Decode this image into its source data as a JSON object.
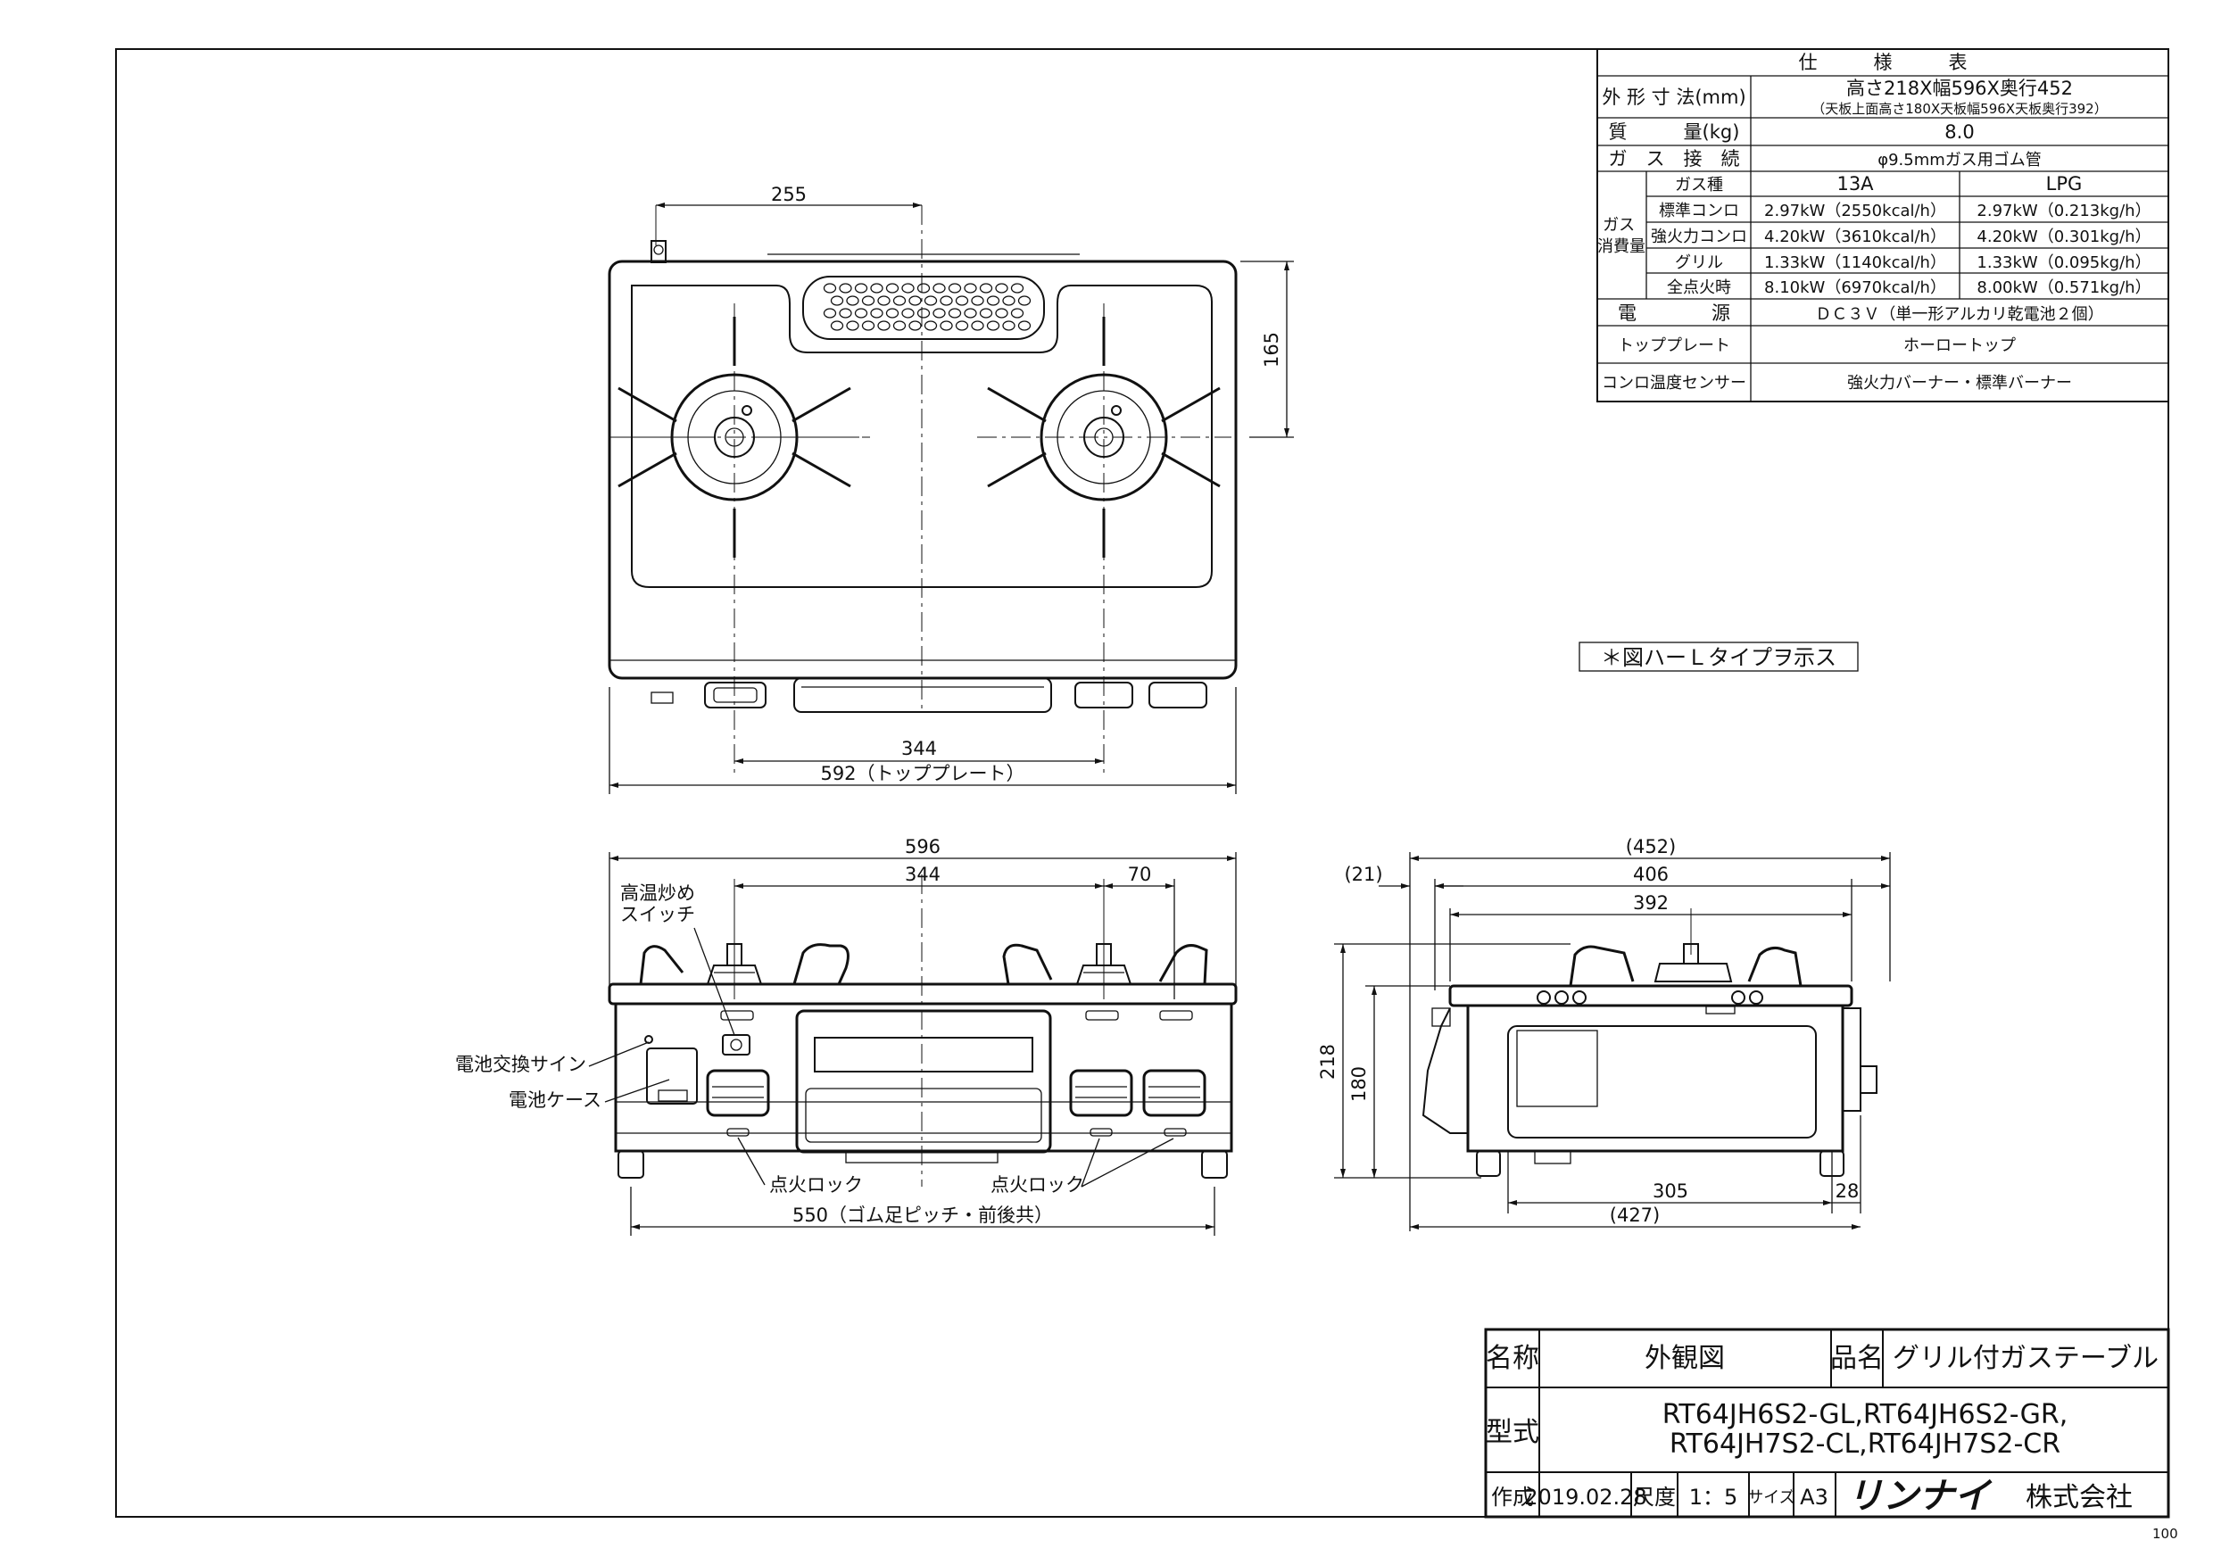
{
  "spec": {
    "title": "仕　　　様　　　表",
    "rows": [
      {
        "label": "外 形 寸 法(mm)",
        "value": "高さ218X幅596X奥行452",
        "sub": "（天板上面高さ180X天板幅596X天板奥行392）"
      },
      {
        "label": "質　　　量(kg)",
        "value": "8.0"
      },
      {
        "label": "ガ　ス　接　続",
        "value": "φ9.5mmガス用ゴム管"
      },
      {
        "label": "電　　　　源",
        "value": "ＤＣ３Ｖ（単一形アルカリ乾電池２個）"
      },
      {
        "label": "トッププレート",
        "value": "ホーロートップ"
      },
      {
        "label": "コンロ温度センサー",
        "value": "強火力バーナー・標準バーナー"
      }
    ],
    "gas_group_label": "ガス\n消費量",
    "gas_header": {
      "label": "ガス種",
      "col1": "13A",
      "col2": "LPG"
    },
    "gas_rows": [
      {
        "label": "標準コンロ",
        "v13a": "2.97kW（2550kcal/h）",
        "vlpg": "2.97kW（0.213kg/h）"
      },
      {
        "label": "強火力コンロ",
        "v13a": "4.20kW（3610kcal/h）",
        "vlpg": "4.20kW（0.301kg/h）"
      },
      {
        "label": "グリル",
        "v13a": "1.33kW（1140kcal/h）",
        "vlpg": "1.33kW（0.095kg/h）"
      },
      {
        "label": "全点火時",
        "v13a": "8.10kW（6970kcal/h）",
        "vlpg": "8.00kW（0.571kg/h）"
      }
    ]
  },
  "note": "＊図ハーＬタイプヲ示ス",
  "dims": {
    "top_255": "255",
    "top_165": "165",
    "top_344": "344",
    "top_592": "592（トッププレート）",
    "front_596": "596",
    "front_344": "344",
    "front_70": "70",
    "front_550": "550（ゴム足ピッチ・前後共）",
    "side_452": "(452)",
    "side_21": "(21)",
    "side_406": "406",
    "side_392": "392",
    "side_218": "218",
    "side_180": "180",
    "side_305": "305",
    "side_28": "28",
    "side_427": "(427)"
  },
  "labels": {
    "switch": "高温炒め\nスイッチ",
    "battery_sign": "電池交換サイン",
    "battery_case": "電池ケース",
    "ignition_lock_1": "点火ロック",
    "ignition_lock_2": "点火ロック"
  },
  "title_block": {
    "name_label": "名称",
    "name_value": "外観図",
    "product_label": "品名",
    "product_value": "グリル付ガステーブル",
    "model_label": "型式",
    "model_line1": "RT64JH6S2-GL,RT64JH6S2-GR,",
    "model_line2": "RT64JH7S2-CL,RT64JH7S2-CR",
    "date_label": "作成",
    "date_value": "2019.02.28",
    "scale_label": "尺度",
    "scale_value": "1：5",
    "size_label": "サイズ",
    "size_value": "A3",
    "company_logo": "リンナイ",
    "company_suffix": "株式会社"
  },
  "corner": "100"
}
